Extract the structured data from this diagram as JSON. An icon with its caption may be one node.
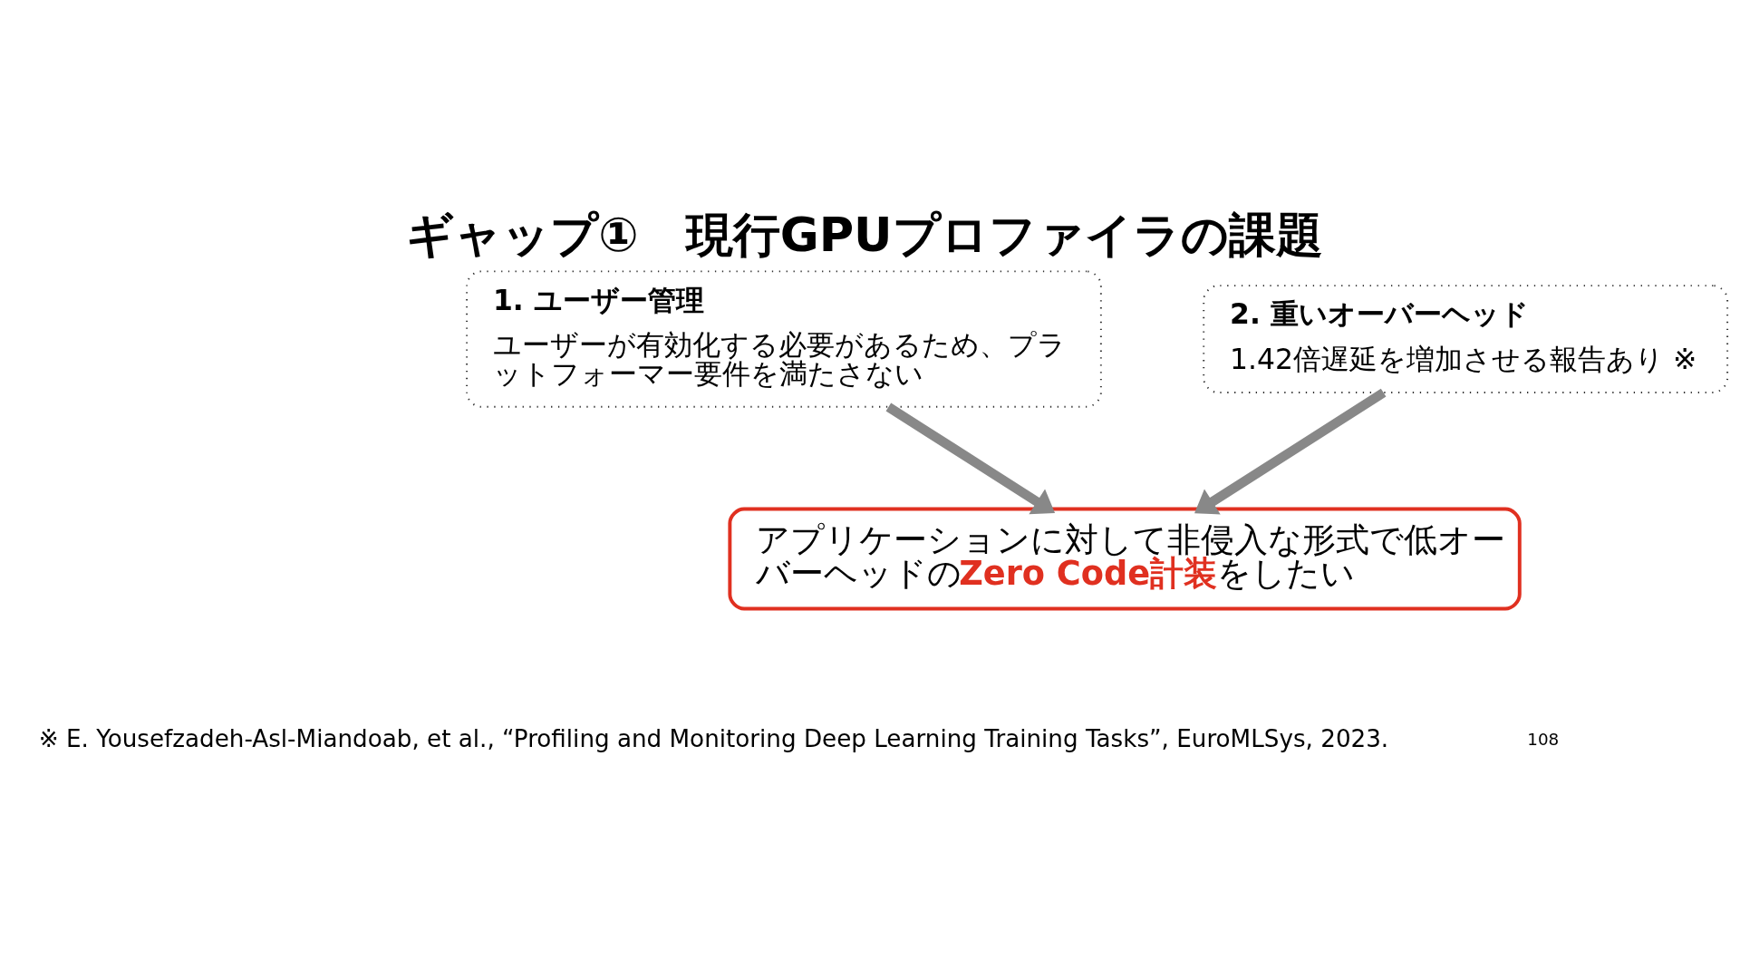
{
  "diagram": {
    "title": "ギャップ①　現行GPUプロファイラの課題",
    "nodes": [
      {
        "text": [
          "1. ユーザー管理",
          "ユーザーが有効化する必要があるため、プラットフォーマー要件を満たさない"
        ]
      },
      {
        "text": [
          "2. 重いオーバーヘッド",
          "1.42倍遅延を増加させる報告あり ※"
        ]
      },
      {
        "text": [
          "アプリケーションに対して非侵入な形式で低オーバーヘッドの**Zero Code計装**をしたい"
        ]
      }
    ],
    "edges": [
      {
        "from": 0,
        "to": 2,
        "arrow": "to"
      },
      {
        "from": 1,
        "to": 2,
        "arrow": "to"
      }
    ],
    "labels": [
      "※ E. Yousefzadeh-Asl-Miandoab, et al., “Profiling and Monitoring Deep Learning Training Tasks”, EuroMLSys, 2023.",
      "108"
    ]
  }
}
